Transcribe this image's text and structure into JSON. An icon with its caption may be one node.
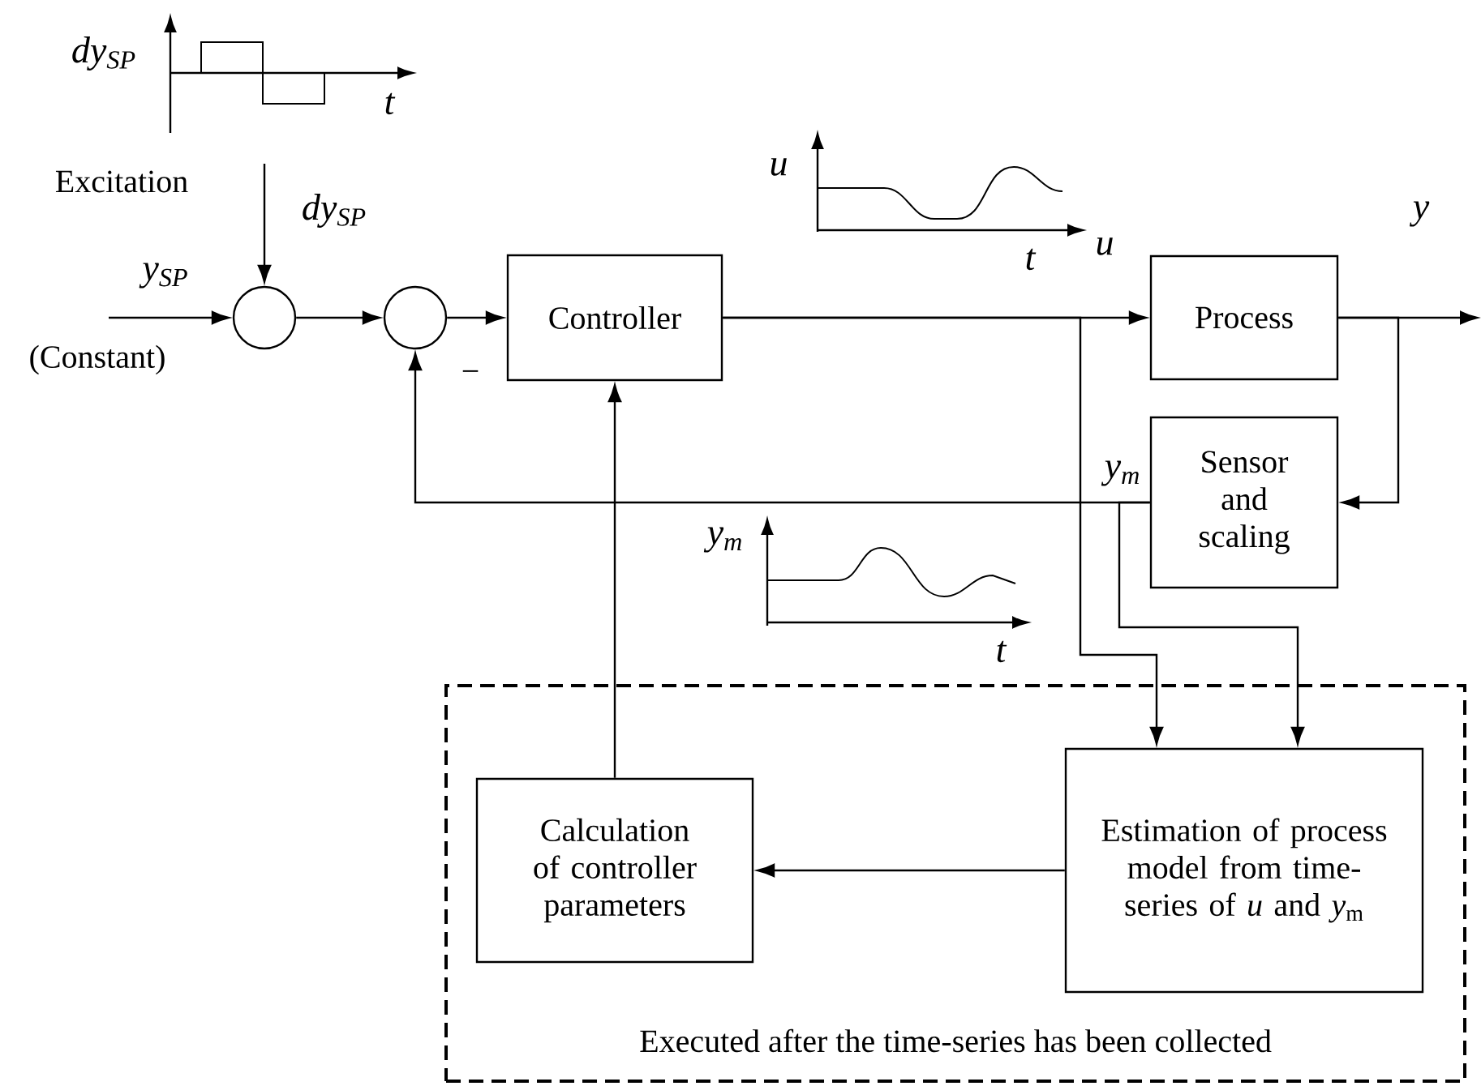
{
  "diagram": {
    "nodes": [
      {
        "text": [],
        "shape": "circle"
      },
      {
        "text": [],
        "shape": "circle"
      },
      {
        "text": [
          "Controller"
        ]
      },
      {
        "text": [
          "Process"
        ]
      },
      {
        "text": [
          "Sensor and scaling"
        ]
      },
      {
        "text": [
          "Executed after the time-series has been collected"
        ]
      },
      {
        "text": [
          "Calculation of controller parameters"
        ],
        "in": 5
      },
      {
        "text": [
          "Estimation of process model from time-series of *u* and *y*$_{m}$"
        ],
        "in": 5
      }
    ],
    "edges": [
      {
        "from": null,
        "to": 0,
        "arrow": "to",
        "label": "y$_{SP}$"
      },
      {
        "from": null,
        "to": 0,
        "arrow": "to",
        "label": "dy$_{SP}$"
      },
      {
        "from": 0,
        "to": 1,
        "arrow": "to"
      },
      {
        "from": 1,
        "to": 2,
        "arrow": "to"
      },
      {
        "from": 2,
        "to": 3,
        "arrow": "to",
        "label": "u"
      },
      {
        "from": 3,
        "to": null,
        "arrow": "to",
        "label": "y"
      },
      {
        "from": 3,
        "to": 4,
        "arrow": "to"
      },
      {
        "from": 4,
        "to": 1,
        "arrow": "to",
        "label": "y$_{m}$"
      },
      {
        "from": 2,
        "to": 7,
        "arrow": "to"
      },
      {
        "from": 4,
        "to": 7,
        "arrow": "to"
      },
      {
        "from": 6,
        "to": 2,
        "arrow": "to"
      },
      {
        "from": 7,
        "to": 6,
        "arrow": "to"
      }
    ],
    "labels": [
      "dy$_{SP}$",
      "t",
      "Excitation",
      "u",
      "t",
      "(Constant)",
      "−",
      "y$_{m}$",
      "t"
    ]
  }
}
